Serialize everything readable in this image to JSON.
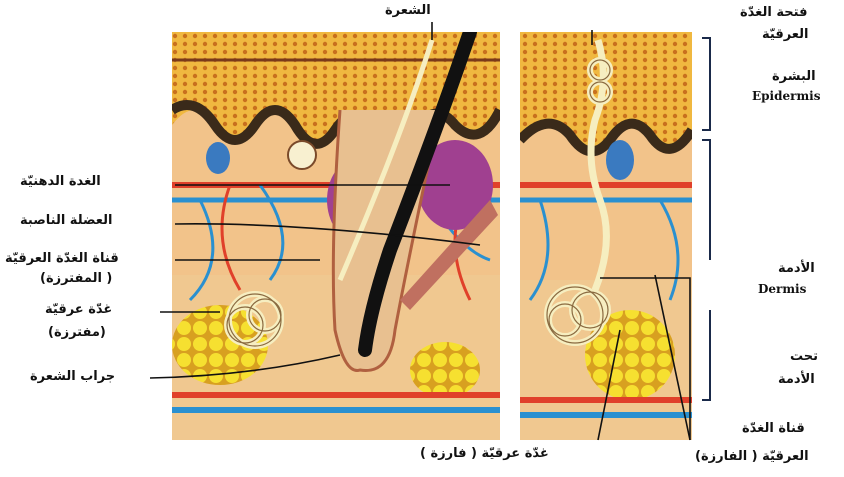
{
  "labels": {
    "hair": "الشعرة",
    "sebaceous_gland": "الغدة الدهنيّة",
    "arrector_muscle": "العضلة الناصبة",
    "apocrine_duct_1": "قناة الغدّة العرقيّة",
    "apocrine_duct_2": "( المفترزة)",
    "apocrine_gland_1": "غدّة عرقيّة",
    "apocrine_gland_2": "(مفترزة)",
    "hair_follicle": "جراب الشعرة",
    "eccrine_gland": "غدّة عرقيّة ( فارزة )",
    "sweat_pore_1": "فتحة الغدّة",
    "sweat_pore_2": "العرقيّة",
    "epidermis_ar": "البشرة",
    "epidermis_en": "Epidermis",
    "dermis_ar": "الأدمة",
    "dermis_en": "Dermis",
    "hypodermis_1": "تحت",
    "hypodermis_2": "الأدمة",
    "eccrine_duct_1": "قناة الغدّة",
    "eccrine_duct_2": "العرقيّة ( الفارزة)"
  },
  "colors": {
    "epidermis_yellow": "#f0b840",
    "epidermis_dark": "#3a2a1a",
    "dermis": "#f2c38a",
    "hypodermis": "#f0c890",
    "fat": "#f4dc20",
    "artery": "#e0402a",
    "vein": "#2a90d0",
    "sebaceous": "#a04090",
    "hair": "#111111",
    "gland_tube": "#f6eec0"
  }
}
